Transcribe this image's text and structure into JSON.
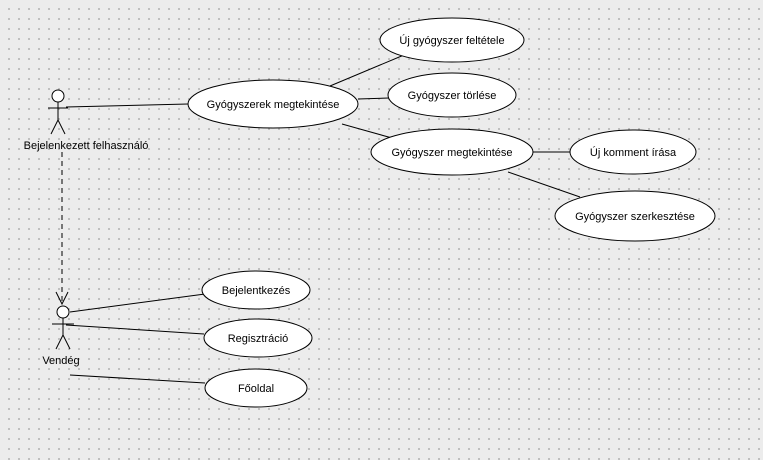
{
  "actors": [
    {
      "id": "registered",
      "label": "Bejelenkezett felhasználó"
    },
    {
      "id": "guest",
      "label": "Vendég"
    }
  ],
  "use_cases": [
    {
      "id": "list",
      "label": "Gyógyszerek megtekintése"
    },
    {
      "id": "new_med",
      "label": "Új gyógyszer feltétele"
    },
    {
      "id": "delete_med",
      "label": "Gyógyszer törlése"
    },
    {
      "id": "view_med",
      "label": "Gyógyszer megtekintése"
    },
    {
      "id": "new_comment",
      "label": "Új komment írása"
    },
    {
      "id": "edit_med",
      "label": "Gyógyszer szerkesztése"
    },
    {
      "id": "login",
      "label": "Bejelentkezés"
    },
    {
      "id": "register",
      "label": "Regisztráció"
    },
    {
      "id": "home",
      "label": "Főoldal"
    }
  ],
  "associations": [
    {
      "from": "registered",
      "to": "list"
    },
    {
      "from": "list",
      "to": "new_med"
    },
    {
      "from": "list",
      "to": "delete_med"
    },
    {
      "from": "list",
      "to": "view_med"
    },
    {
      "from": "view_med",
      "to": "new_comment"
    },
    {
      "from": "view_med",
      "to": "edit_med"
    },
    {
      "from": "guest",
      "to": "login"
    },
    {
      "from": "guest",
      "to": "register"
    },
    {
      "from": "guest",
      "to": "home"
    }
  ],
  "generalizations": [
    {
      "from": "registered",
      "to": "guest"
    }
  ]
}
